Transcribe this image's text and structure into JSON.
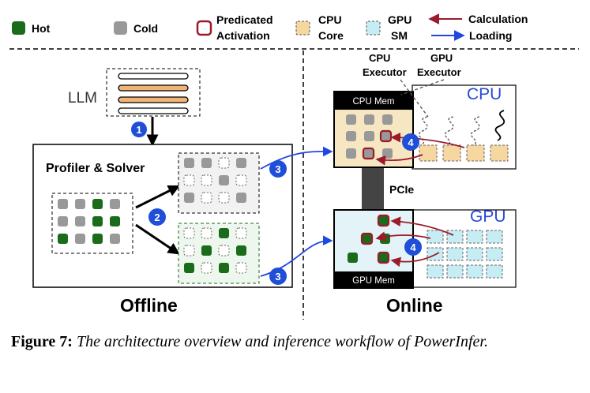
{
  "legend": {
    "hot": "Hot",
    "cold": "Cold",
    "predicated_line1": "Predicated",
    "predicated_line2": "Activation",
    "cpu_core_line1": "CPU",
    "cpu_core_line2": "Core",
    "gpu_sm_line1": "GPU",
    "gpu_sm_line2": "SM",
    "calculation": "Calculation",
    "loading": "Loading"
  },
  "offline": {
    "llm": "LLM",
    "profiler": "Profiler & Solver",
    "section": "Offline"
  },
  "online": {
    "cpu_executor_line1": "CPU",
    "cpu_executor_line2": "Executor",
    "gpu_executor_line1": "GPU",
    "gpu_executor_line2": "Executor",
    "cpu": "CPU",
    "gpu": "GPU",
    "cpu_mem": "CPU Mem",
    "gpu_mem": "GPU Mem",
    "pcie": "PCIe",
    "section": "Online"
  },
  "steps": {
    "s1": "1",
    "s2": "2",
    "s3a": "3",
    "s3b": "3",
    "s4a": "4",
    "s4b": "4"
  },
  "caption": {
    "label": "Figure 7:",
    "text": "The architecture overview and inference workflow of PowerInfer."
  },
  "colors": {
    "hot": "#1a6b1a",
    "cold": "#999999",
    "cpu_core": "#f7d7a0",
    "gpu_sm": "#c6ecf4",
    "mem_fill": "#f6e6c2",
    "gpu_mem_fill": "#e4f3f8",
    "step_blue": "#1f4ed8",
    "calc_red": "#9b1b2a",
    "load_blue": "#2246e0",
    "llm_layer": "#f0b477"
  }
}
